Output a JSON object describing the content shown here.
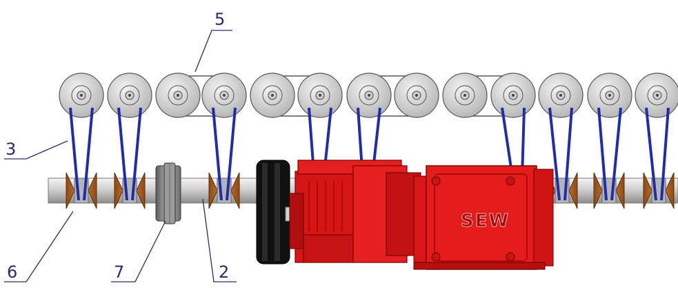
{
  "callouts": {
    "c5": "5",
    "c3": "3",
    "c6": "6",
    "c7": "7",
    "c2": "2"
  },
  "motor": {
    "brand": "SEW"
  },
  "colors": {
    "belt": "#1f2ea8",
    "motor": "#e01818",
    "pulley_groove": "#c8732a",
    "roller": "#d8d8d8",
    "shaft": "#bdbdbd"
  }
}
